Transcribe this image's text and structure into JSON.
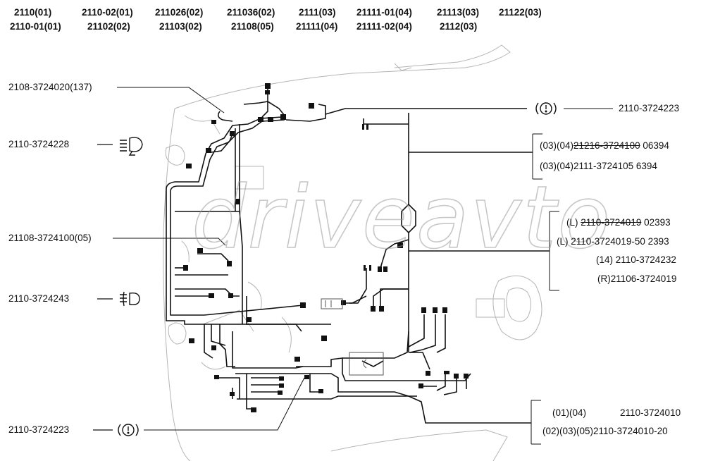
{
  "header": {
    "row1": [
      "2110(01)",
      "2110-02(01)",
      "211026(02)",
      "211036(02)",
      "2111(03)",
      "21111-01(04)",
      "21113(03)",
      "21122(03)"
    ],
    "row2": [
      "2110-01(01)",
      "21102(02)",
      "21103(02)",
      "21108(05)",
      "21111(04)",
      "21111-02(04)",
      "2112(03)"
    ]
  },
  "left_labels": {
    "harness_front": "2108-3724020(137)",
    "headlamp_harness": "2110-3724228",
    "main_harness": "21108-3724100(05)",
    "foglamp_harness": "2110-3724243",
    "brake_harness_front": "2110-3724223"
  },
  "right_labels": {
    "brake_harness_rear": "2110-3724223",
    "panel_group": {
      "line1": {
        "prefix": "(03)(04)",
        "struck": "21216-3724100",
        "suffix": " 06394"
      },
      "line2": "(03)(04)2111-3724105 6394"
    },
    "door_group": {
      "line1": {
        "prefix": "(L)  ",
        "struck": "2110-3724019",
        "suffix": " 02393"
      },
      "line2": "(L)  2110-3724019-50 2393",
      "line3": "(14) 2110-3724232",
      "line4": "(R)21106-3724019"
    },
    "rear_group": {
      "line1_prefix": "(01)(04)",
      "line1_part": "2110-3724010",
      "line2": "(02)(03)(05)2110-3724010-20"
    }
  },
  "icons": {
    "headlamp": "headlamp-icon",
    "foglamp": "foglamp-icon",
    "brake_warning_rear": "brake-warning-icon",
    "brake_warning_front": "brake-warning-icon"
  },
  "watermark": "driveavto"
}
